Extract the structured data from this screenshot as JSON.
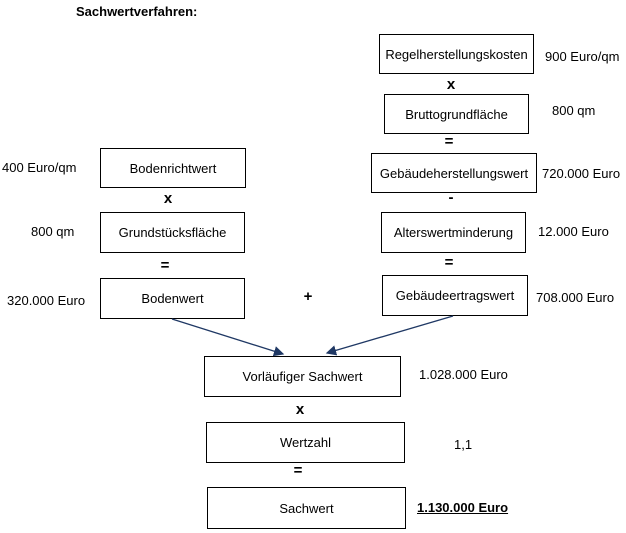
{
  "title": "Sachwertverfahren:",
  "boxes": {
    "regelherstellungskosten": "Regelherstellungskosten",
    "bruttogrundflaeche": "Bruttogrundfläche",
    "gebaeudeherstellungswert": "Gebäudeherstellungswert",
    "alterswertminderung": "Alterswertminderung",
    "gebaeudeertragswert": "Gebäudeertragswert",
    "bodenrichtwert": "Bodenrichtwert",
    "grundstuecksflaeche": "Grundstücksfläche",
    "bodenwert": "Bodenwert",
    "vorlaeufiger_sachwert": "Vorläufiger Sachwert",
    "wertzahl": "Wertzahl",
    "sachwert": "Sachwert"
  },
  "values": {
    "regelherstellungskosten": "900 Euro/qm",
    "bruttogrundflaeche": "800 qm",
    "gebaeudeherstellungswert": "720.000 Euro",
    "alterswertminderung": "12.000 Euro",
    "gebaeudeertragswert": "708.000 Euro",
    "bodenrichtwert": "400 Euro/qm",
    "grundstuecksflaeche": "800 qm",
    "bodenwert": "320.000 Euro",
    "vorlaeufiger_sachwert": "1.028.000 Euro",
    "wertzahl": "1,1",
    "sachwert": "1.130.000 Euro"
  },
  "operators": {
    "multiply": "x",
    "equals": "=",
    "minus": "-",
    "plus": "+"
  },
  "colors": {
    "arrow": "#1f3864",
    "border": "#000000"
  }
}
